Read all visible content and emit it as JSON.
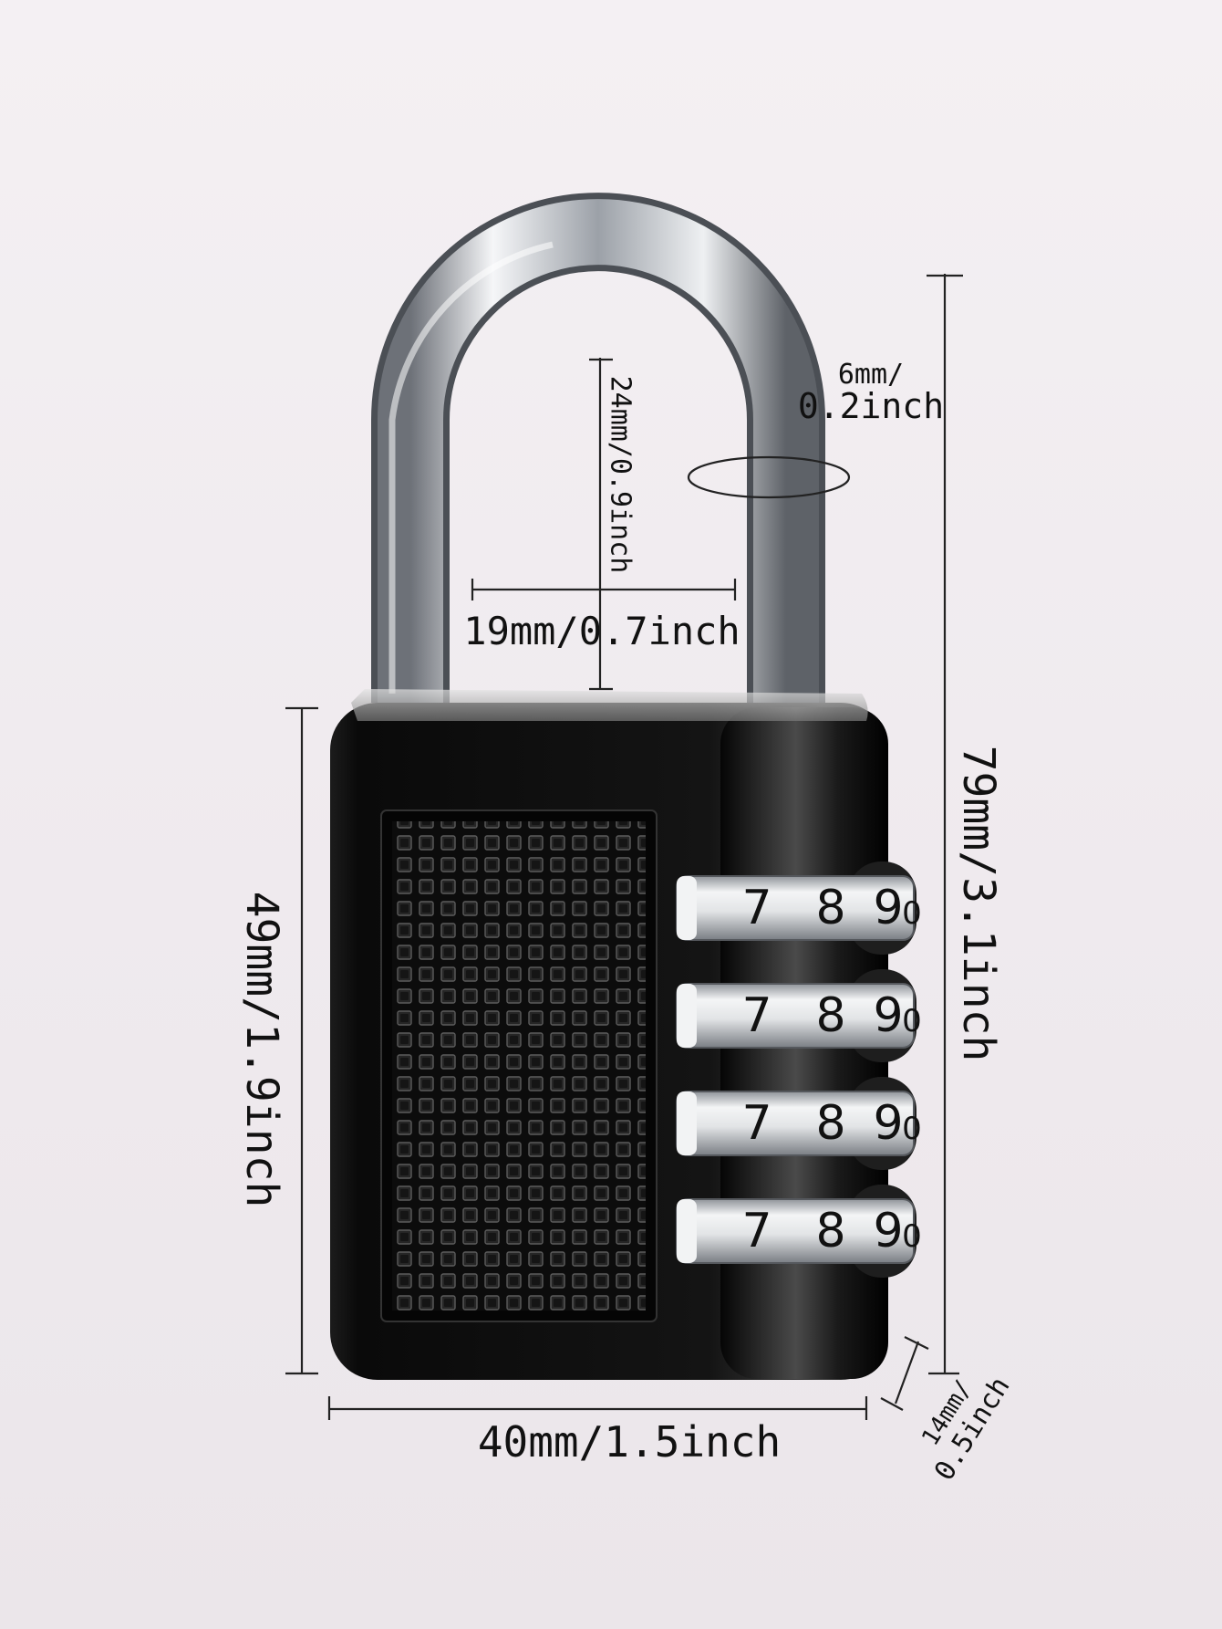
{
  "dimensions": {
    "total_height": "79mm/3.1inch",
    "body_height": "49mm/1.9inch",
    "body_width": "40mm/1.5inch",
    "body_depth_line1": "14mm/",
    "body_depth_line2": "0.5inch",
    "shackle_clearance_height": "24mm/0.9inch",
    "shackle_clearance_width": "19mm/0.7inch",
    "shackle_diameter_line1": "6mm/",
    "shackle_diameter_line2": "0.2inch"
  },
  "dials": [
    {
      "digits": [
        "7",
        "8",
        "9",
        "0"
      ]
    },
    {
      "digits": [
        "7",
        "8",
        "9",
        "0"
      ]
    },
    {
      "digits": [
        "7",
        "8",
        "9",
        "0"
      ]
    },
    {
      "digits": [
        "7",
        "8",
        "9",
        "0"
      ]
    }
  ],
  "colors": {
    "lock_body": "#0d0d0d",
    "shackle_steel": "#c9ccd1",
    "dial_metal": "#d8dadd",
    "dimension_lines": "#222222",
    "background": "#f1edf0"
  }
}
